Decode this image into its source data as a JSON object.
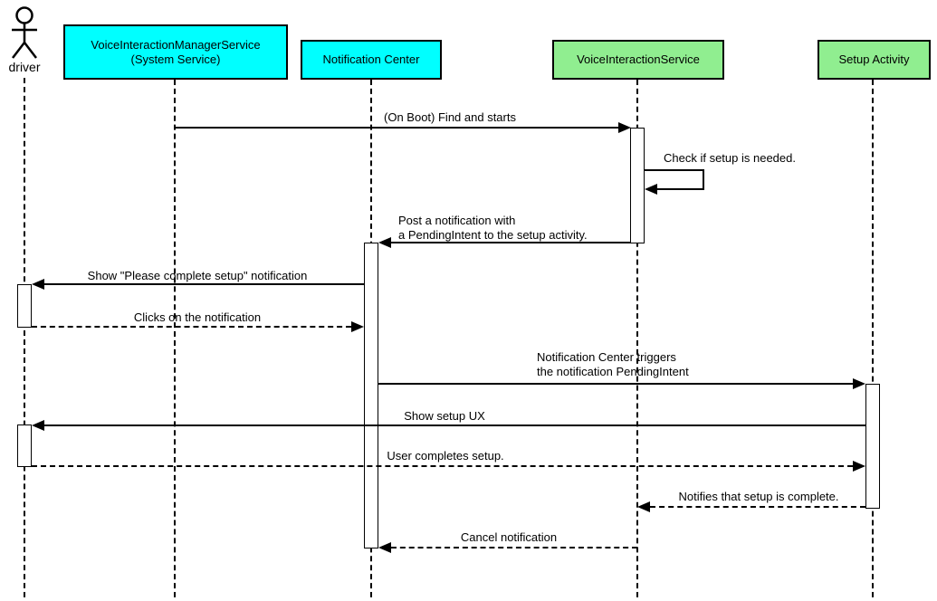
{
  "diagram": {
    "type": "uml-sequence-diagram",
    "colors": {
      "system_participant_fill": "#00FFFF",
      "service_participant_fill": "#90EE90",
      "line": "#000000",
      "background": "#FFFFFF"
    },
    "actor": {
      "name": "driver"
    },
    "participants": [
      {
        "label_line1": "VoiceInteractionManagerService",
        "label_line2": "(System Service)",
        "kind": "system"
      },
      {
        "label": "Notification Center",
        "kind": "system"
      },
      {
        "label": "VoiceInteractionService",
        "kind": "service"
      },
      {
        "label": "Setup Activity",
        "kind": "service"
      }
    ],
    "messages": [
      {
        "text": "(On Boot) Find and starts",
        "from": "VoiceInteractionManagerService (System Service)",
        "to": "VoiceInteractionService",
        "style": "solid"
      },
      {
        "text": "Check if setup is needed.",
        "from": "VoiceInteractionService",
        "to": "VoiceInteractionService",
        "style": "solid-self"
      },
      {
        "text_line1": "Post a notification with",
        "text_line2": "a PendingIntent to the setup activity.",
        "from": "VoiceInteractionService",
        "to": "Notification Center",
        "style": "solid"
      },
      {
        "text": "Show \"Please complete setup\" notification",
        "from": "Notification Center",
        "to": "driver",
        "style": "solid"
      },
      {
        "text": "Clicks on the notification",
        "from": "driver",
        "to": "Notification Center",
        "style": "dashed"
      },
      {
        "text_line1": "Notification Center triggers",
        "text_line2": "the notification PendingIntent",
        "from": "Notification Center",
        "to": "Setup Activity",
        "style": "solid"
      },
      {
        "text": "Show setup UX",
        "from": "Setup Activity",
        "to": "driver",
        "style": "solid"
      },
      {
        "text": "User completes setup.",
        "from": "driver",
        "to": "Setup Activity",
        "style": "dashed"
      },
      {
        "text": "Notifies that setup is complete.",
        "from": "Setup Activity",
        "to": "VoiceInteractionService",
        "style": "dashed"
      },
      {
        "text": "Cancel notification",
        "from": "VoiceInteractionService",
        "to": "Notification Center",
        "style": "dashed"
      }
    ]
  }
}
